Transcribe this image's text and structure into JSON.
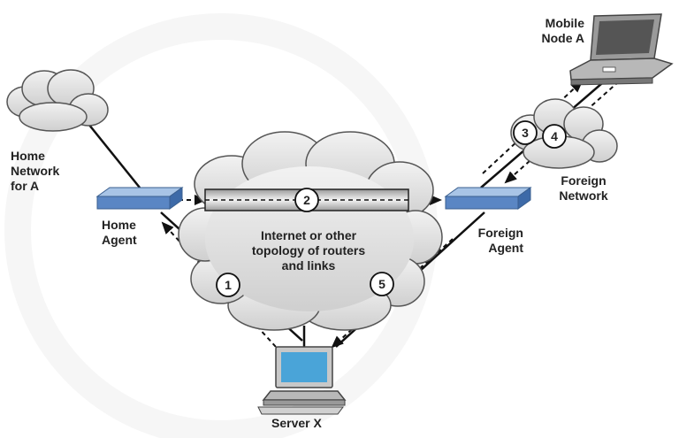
{
  "labels": {
    "mobile_node": "Mobile\nNode A",
    "home_network": "Home\nNetwork\nfor A",
    "home_agent": "Home\nAgent",
    "internet": "Internet or other\ntopology of routers\nand links",
    "foreign_agent": "Foreign\nAgent",
    "foreign_network": "Foreign\nNetwork",
    "server": "Server X"
  },
  "steps": [
    "1",
    "2",
    "3",
    "4",
    "5"
  ]
}
